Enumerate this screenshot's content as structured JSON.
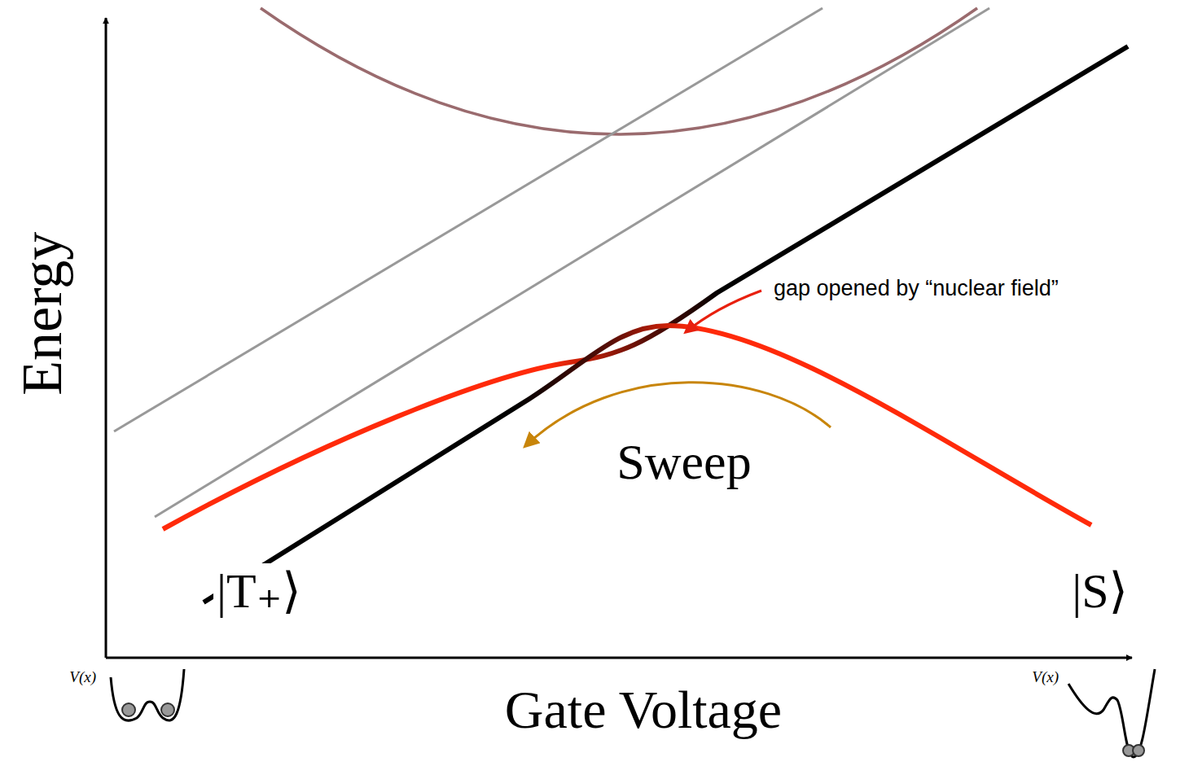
{
  "diagram": {
    "labels": [
      "Energy",
      "Gate Voltage",
      "|T₊⟩",
      "|S⟩",
      "Sweep",
      "gap opened by “nuclear field”",
      "V(x)",
      "V(x)"
    ]
  }
}
